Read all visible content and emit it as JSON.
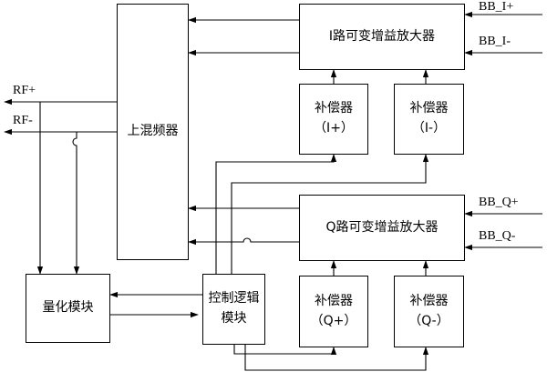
{
  "blocks": {
    "mixer": "上混频器",
    "amp_i": "I路可变增益放大器",
    "amp_q": "Q路可变增益放大器",
    "comp_i_plus": {
      "line1": "补偿器",
      "line2": "（I+）"
    },
    "comp_i_minus": {
      "line1": "补偿器",
      "line2": "（I-）"
    },
    "comp_q_plus": {
      "line1": "补偿器",
      "line2": "（Q+）"
    },
    "comp_q_minus": {
      "line1": "补偿器",
      "line2": "（Q-）"
    },
    "quant": "量化模块",
    "control": {
      "line1": "控制逻辑",
      "line2": "模块"
    }
  },
  "signals": {
    "bb_i_plus": "BB_I+",
    "bb_i_minus": "BB_I-",
    "bb_q_plus": "BB_Q+",
    "bb_q_minus": "BB_Q-",
    "rf_plus": "RF+",
    "rf_minus": "RF-"
  }
}
